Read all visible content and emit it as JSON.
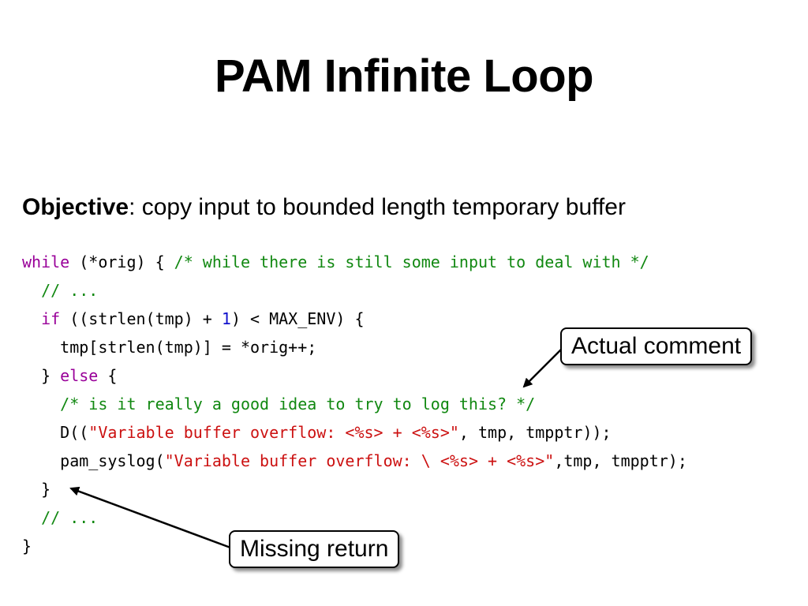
{
  "slide": {
    "title": "PAM Infinite Loop",
    "objective": {
      "label": "Objective",
      "text": ": copy input to bounded length temporary buffer"
    },
    "code_lines": [
      [
        {
          "t": "kw",
          "v": "while"
        },
        {
          "t": "pl",
          "v": " (*orig) { "
        },
        {
          "t": "cm",
          "v": "/* while there is still some input to deal with */"
        }
      ],
      [
        {
          "t": "pl",
          "v": "  "
        },
        {
          "t": "cm",
          "v": "// ..."
        }
      ],
      [
        {
          "t": "pl",
          "v": "  "
        },
        {
          "t": "kw",
          "v": "if"
        },
        {
          "t": "pl",
          "v": " ((strlen(tmp) + "
        },
        {
          "t": "nm",
          "v": "1"
        },
        {
          "t": "pl",
          "v": ") < MAX_ENV) {"
        }
      ],
      [
        {
          "t": "pl",
          "v": "    tmp[strlen(tmp)] = *orig++;"
        }
      ],
      [
        {
          "t": "pl",
          "v": "  } "
        },
        {
          "t": "kw",
          "v": "else"
        },
        {
          "t": "pl",
          "v": " {"
        }
      ],
      [
        {
          "t": "pl",
          "v": "    "
        },
        {
          "t": "cm",
          "v": "/* is it really a good idea to try to log this? */"
        }
      ],
      [
        {
          "t": "pl",
          "v": "    D(("
        },
        {
          "t": "st",
          "v": "\"Variable buffer overflow: <%s> + <%s>\""
        },
        {
          "t": "pl",
          "v": ", tmp, tmpptr));"
        }
      ],
      [
        {
          "t": "pl",
          "v": "    pam_syslog("
        },
        {
          "t": "st",
          "v": "\"Variable buffer overflow: \\ <%s> + <%s>\""
        },
        {
          "t": "pl",
          "v": ",tmp, tmpptr);"
        }
      ],
      [
        {
          "t": "pl",
          "v": "  }"
        }
      ],
      [
        {
          "t": "pl",
          "v": "  "
        },
        {
          "t": "cm",
          "v": "// ..."
        }
      ],
      [
        {
          "t": "pl",
          "v": "}"
        }
      ]
    ],
    "callouts": {
      "actual_comment": "Actual comment",
      "missing_return": "Missing return"
    },
    "colors": {
      "keyword": "#990099",
      "comment": "#118811",
      "string": "#cc1111",
      "number": "#1111cc"
    }
  }
}
